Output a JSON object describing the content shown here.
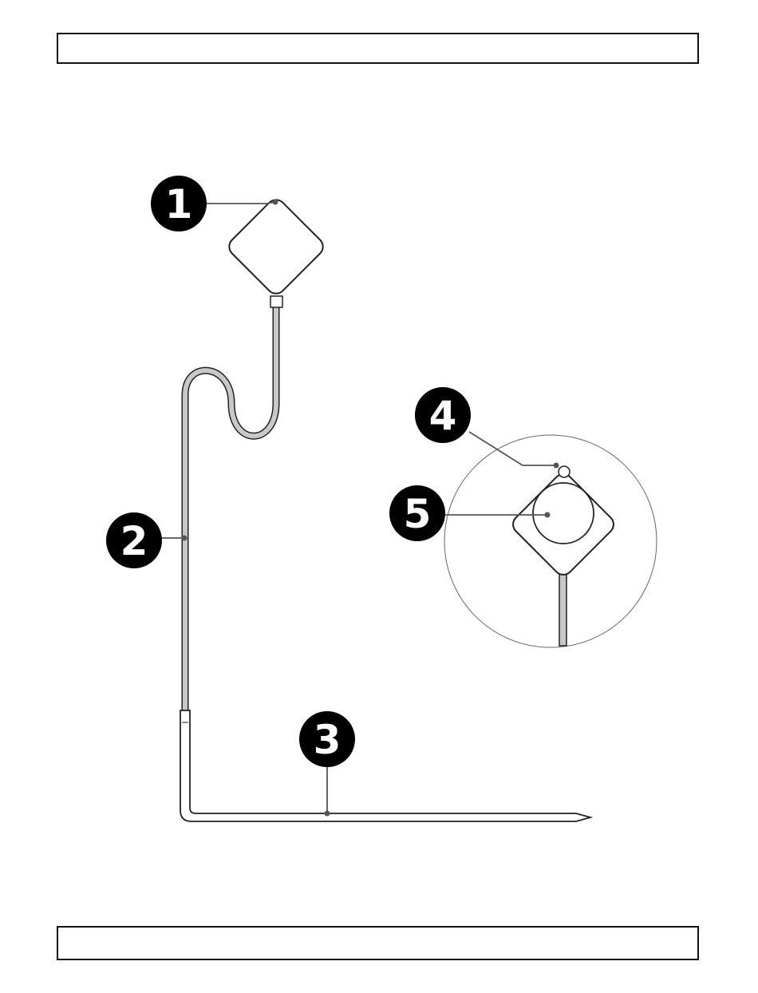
{
  "header": {
    "text": ""
  },
  "footer": {
    "text": ""
  },
  "callouts": [
    {
      "number": "1",
      "target": "sensor-head"
    },
    {
      "number": "2",
      "target": "cable"
    },
    {
      "number": "3",
      "target": "probe-spike"
    },
    {
      "number": "4",
      "target": "hanging-hole"
    },
    {
      "number": "5",
      "target": "sensor-face"
    }
  ],
  "colors": {
    "outline": "#222222",
    "cable_fill": "#c8c8c8",
    "callout_bg": "#000000",
    "callout_text": "#ffffff",
    "leader": "#555555"
  }
}
